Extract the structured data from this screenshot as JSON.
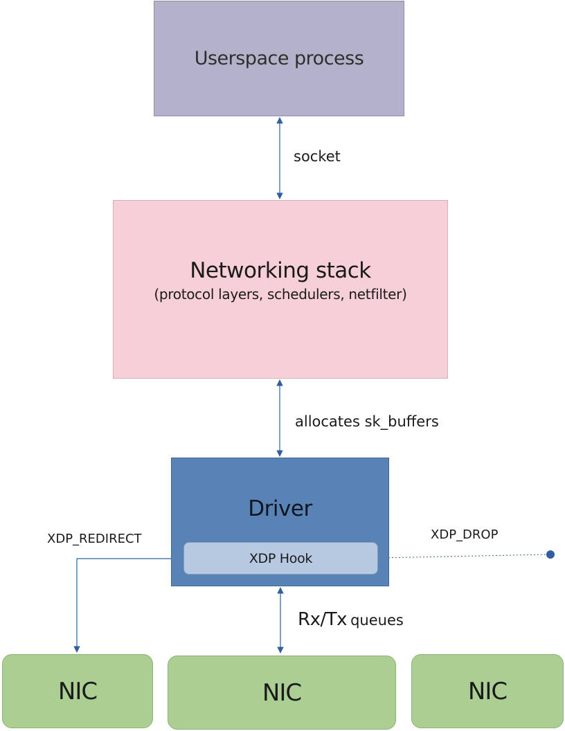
{
  "boxes": {
    "userspace": "Userspace process",
    "networking_stack": {
      "title": "Networking stack",
      "subtitle": "(protocol layers, schedulers, netfilter)"
    },
    "driver": "Driver",
    "xdp_hook": "XDP Hook",
    "nics": [
      "NIC",
      "NIC",
      "NIC"
    ]
  },
  "edge_labels": {
    "socket": "socket",
    "allocates": "allocates sk_buffers",
    "xdp_redirect": "XDP_REDIRECT",
    "xdp_drop": "XDP_DROP",
    "rxtx_big": "Rx/Tx",
    "rxtx_small": "queues"
  },
  "colors": {
    "userspace": "#b4b2cb",
    "networking_stack": "#f6d0d6",
    "driver": "#5883b4",
    "xdp_hook": "#b7c9e0",
    "nic": "#abce93",
    "arrow": "#2f5f9e"
  }
}
